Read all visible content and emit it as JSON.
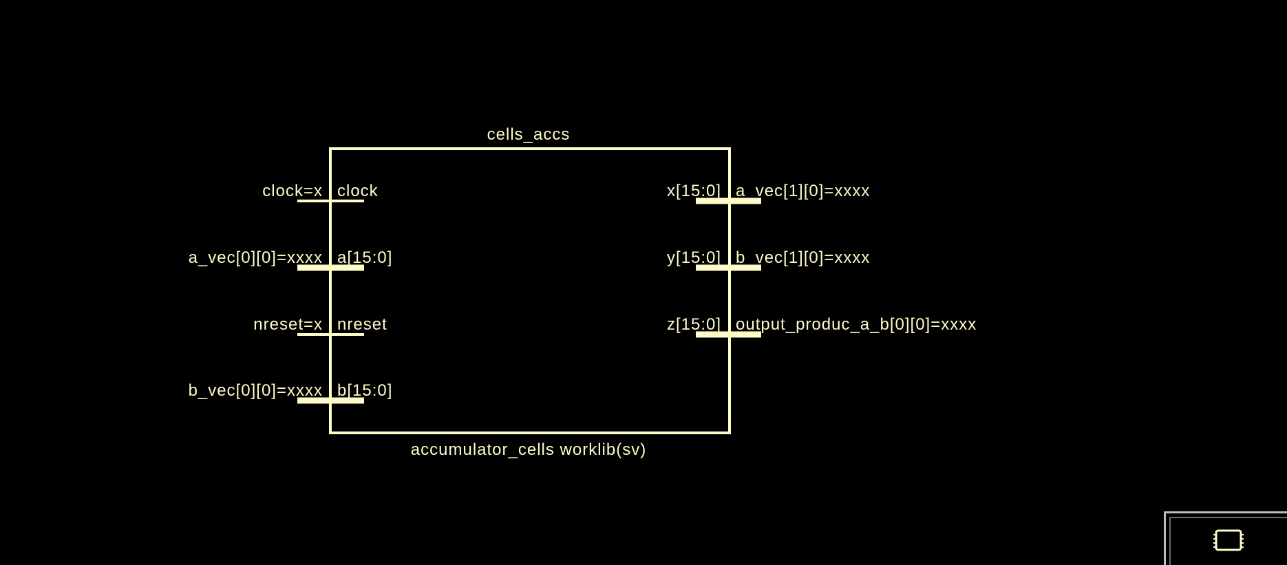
{
  "colors": {
    "background": "#000000",
    "schematic": "#fffbc8",
    "panel_border": "#bdbdbd",
    "panel_inner_border": "#6e6e6e"
  },
  "instance": {
    "name": "cells_accs",
    "cell": "accumulator_cells worklib(sv)"
  },
  "inputs": [
    {
      "net": "clock=x",
      "port": "clock",
      "bus": false
    },
    {
      "net": "a_vec[0][0]=xxxx",
      "port": "a[15:0]",
      "bus": true
    },
    {
      "net": "nreset=x",
      "port": "nreset",
      "bus": false
    },
    {
      "net": "b_vec[0][0]=xxxx",
      "port": "b[15:0]",
      "bus": true
    }
  ],
  "outputs": [
    {
      "port": "x[15:0]",
      "net": "a_vec[1][0]=xxxx",
      "bus": true
    },
    {
      "port": "y[15:0]",
      "net": "b_vec[1][0]=xxxx",
      "bus": true
    },
    {
      "port": "z[15:0]",
      "net": "output_produc_a_b[0][0]=xxxx",
      "bus": true
    }
  ],
  "mini_panel": {
    "icon": "chip-icon"
  }
}
